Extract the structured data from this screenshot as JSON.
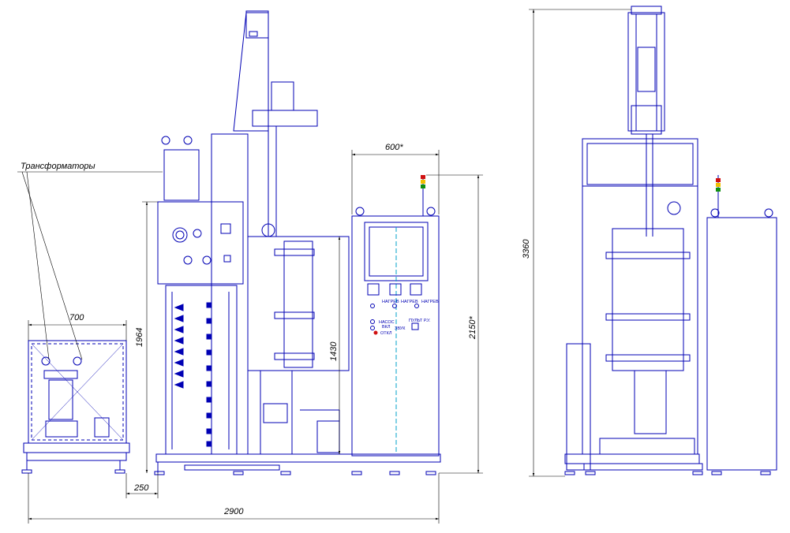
{
  "drawing": {
    "line_color": "#0000b4",
    "dim_color": "#000000",
    "signal_light_colors": [
      "#d01010",
      "#f0c000",
      "#109010"
    ],
    "labels": {
      "transformers": "Трансформаторы",
      "nagrev_1": "НАГРЕВ",
      "nagrev_2": "НАГРЕВ",
      "nagrev_3": "НАГРЕВ",
      "nasos": "НАСОС",
      "vkl": "ВКЛ",
      "otkl": "ОТКЛ",
      "zvuk": "ЗВУК",
      "pult": "ПУЛЬТ Р.У."
    },
    "dimensions": {
      "d600": "600*",
      "d700": "700",
      "d1964": "1964",
      "d1430": "1430",
      "d2150": "2150*",
      "d250": "250",
      "d2900": "2900",
      "d3360": "3360"
    }
  }
}
